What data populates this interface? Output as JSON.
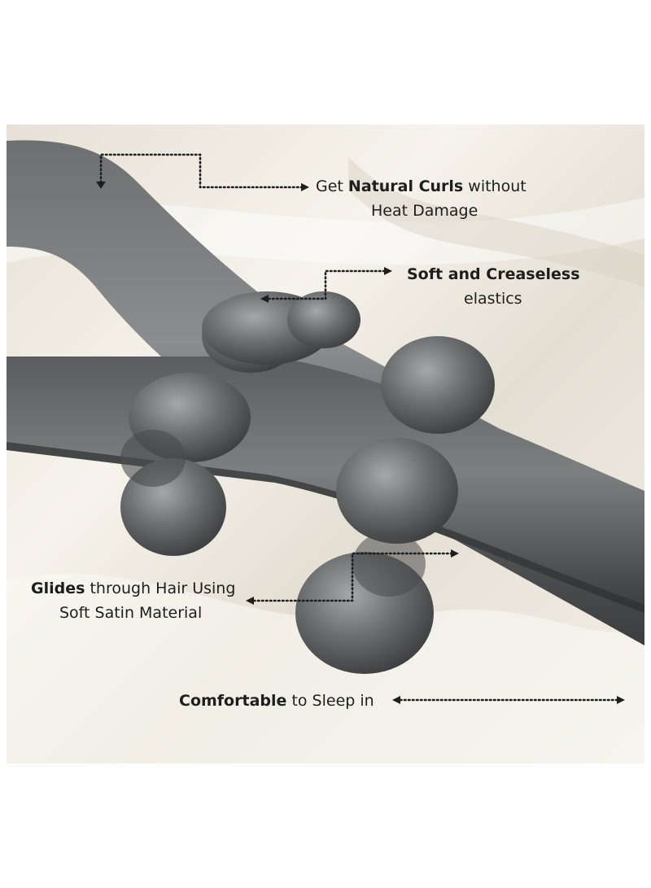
{
  "callouts": {
    "curls": {
      "line1_prefix": "Get",
      "line1_bold": "Natural Curls",
      "line1_suffix": "without",
      "line2": "Heat Damage"
    },
    "elastics": {
      "line1_bold": "Soft and Creaseless",
      "line2": "elastics"
    },
    "glides": {
      "line1_bold": "Glides",
      "line1_suffix": "through Hair Using",
      "line2": "Soft Satin Material"
    },
    "comfort": {
      "bold": "Comfortable",
      "suffix": "to Sleep in"
    }
  },
  "colors": {
    "satin_background": "#ece7dc",
    "product_gray": "#5a5b5c",
    "text": "#1e1e1e"
  }
}
